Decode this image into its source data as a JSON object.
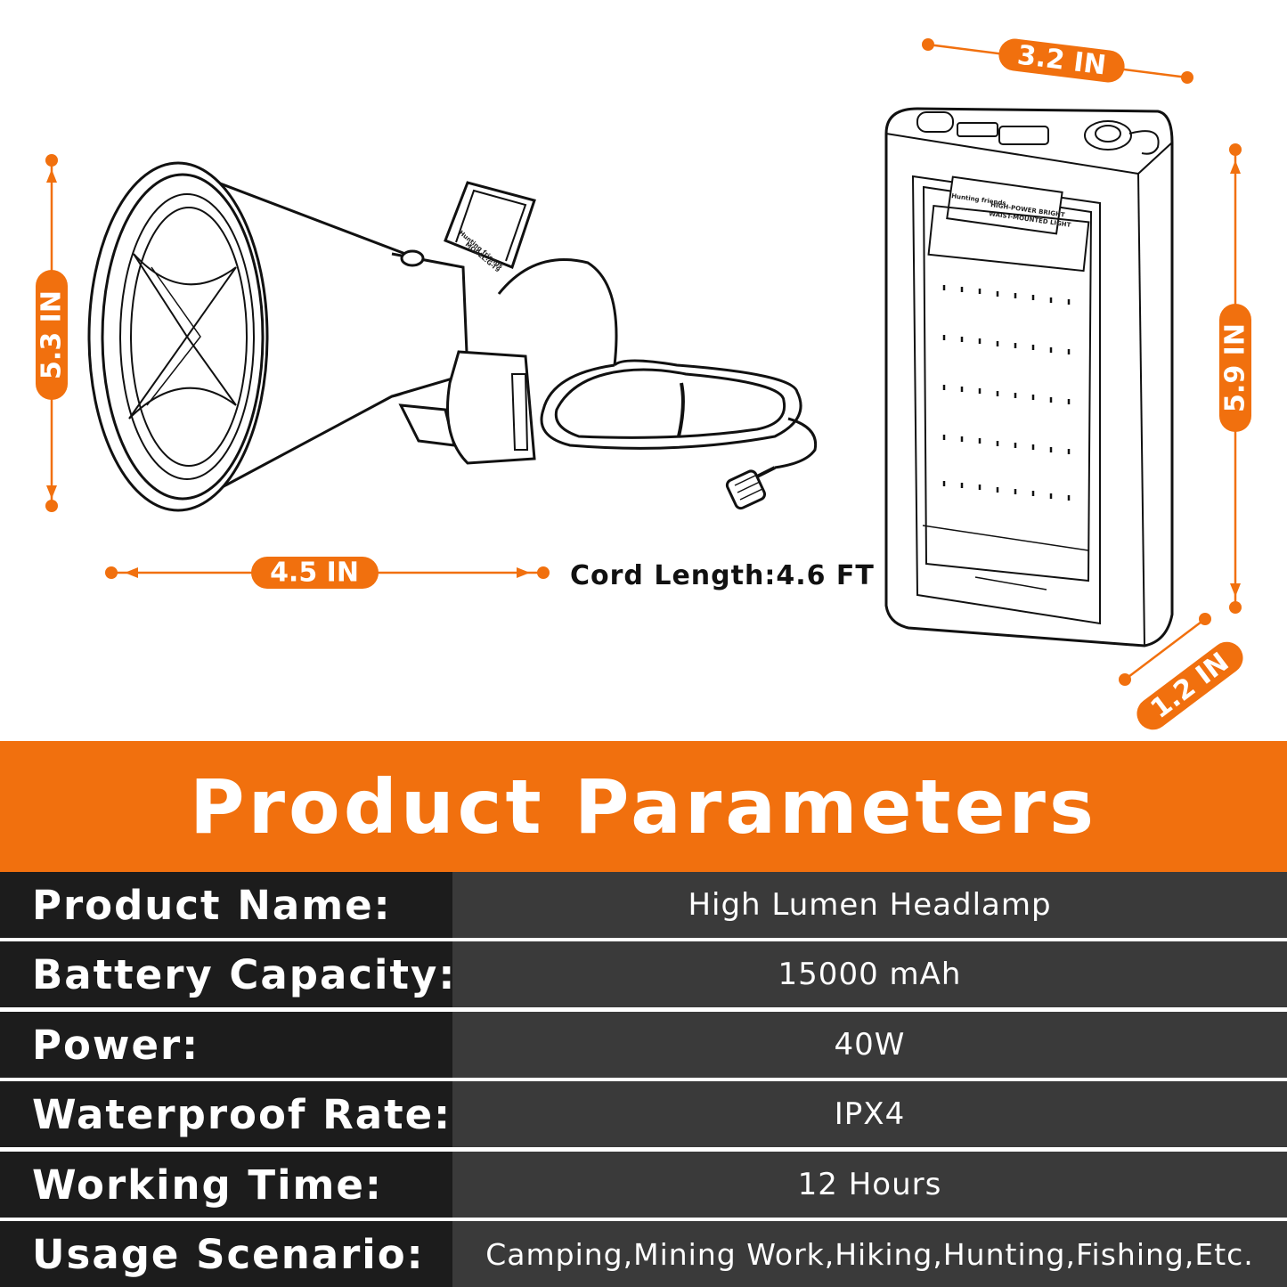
{
  "dimensions": {
    "lamp_height": "5.3 IN",
    "lamp_width": "4.5 IN",
    "cord_length": "Cord Length:4.6 FT",
    "battery_width": "3.2 IN",
    "battery_height": "5.9 IN",
    "battery_depth": "1.2 IN"
  },
  "product_labels": {
    "lamp_brand": "Hunting friends",
    "lamp_model": "MODEL:G-T9",
    "battery_brand": "Hunting friends",
    "battery_line1": "HIGH-POWER BRIGHT",
    "battery_line2": "WAIST-MOUNTED LIGHT"
  },
  "banner": {
    "title": "Product Parameters"
  },
  "specs": [
    {
      "label": "Product Name:",
      "value": "High Lumen Headlamp"
    },
    {
      "label": "Battery Capacity:",
      "value": "15000 mAh"
    },
    {
      "label": "Power:",
      "value": "40W"
    },
    {
      "label": "Waterproof Rate:",
      "value": "IPX4"
    },
    {
      "label": "Working Time:",
      "value": "12 Hours"
    },
    {
      "label": "Usage Scenario:",
      "value": "Camping,Mining Work,Hiking,Hunting,Fishing,Etc."
    }
  ],
  "colors": {
    "accent": "#f1700e",
    "label_bg": "#1c1c1c",
    "value_bg": "#3a3a3a"
  }
}
